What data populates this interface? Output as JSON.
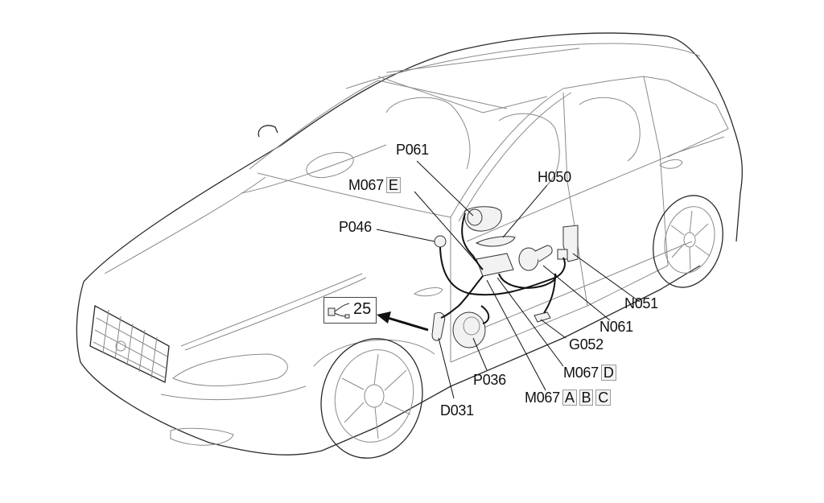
{
  "diagram": {
    "subject": "Car component location diagram (front passenger side)",
    "labels": {
      "p061": "P061",
      "m067_e": "M067",
      "m067_e_variant": "E",
      "h050": "H050",
      "p046": "P046",
      "n051": "N051",
      "n061": "N061",
      "g052": "G052",
      "m067_d": "M067",
      "m067_d_variant": "D",
      "p036": "P036",
      "m067_abc": "M067",
      "m067_abc_variants": [
        "A",
        "B",
        "C"
      ],
      "d031": "D031"
    },
    "reference": {
      "number": "25",
      "icon": "connector-cable-icon",
      "arrow": "arrow-pointer-icon"
    }
  }
}
